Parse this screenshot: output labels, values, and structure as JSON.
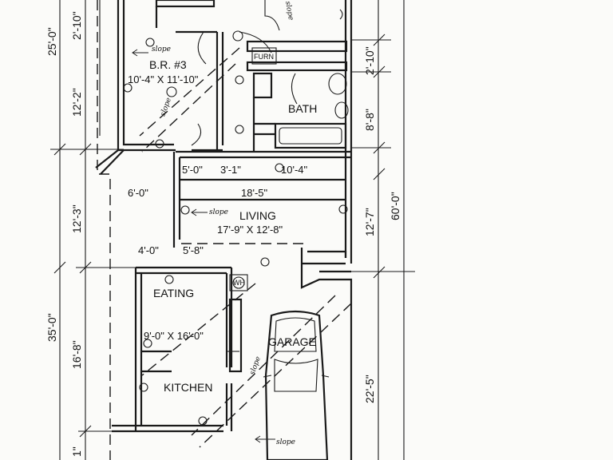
{
  "rooms": {
    "br3": {
      "name": "B.R. #3",
      "size": "10'-4\" X 11'-10\""
    },
    "bath": {
      "name": "BATH"
    },
    "furn": {
      "name": "FURN"
    },
    "living": {
      "name": "LIVING",
      "size": "17'-9\" X 12'-8\""
    },
    "eating": {
      "name": "EATING",
      "size": "9'-0\" X 16'-0\""
    },
    "kitchen": {
      "name": "KITCHEN"
    },
    "garage": {
      "name": "GARAGE"
    },
    "wh": {
      "name": "WH"
    }
  },
  "notes": {
    "slope": "slope"
  },
  "dimensions": {
    "left_25": "25'-0\"",
    "left_2_10": "2'-10\"",
    "left_12_2": "12'-2\"",
    "left_12_3": "12'-3\"",
    "left_35": "35'-0\"",
    "left_16_8": "16'-8\"",
    "left_bottom": "1\"",
    "right_2_10": "2'-10\"",
    "right_8_8": "8'-8\"",
    "right_12_7": "12'-7\"",
    "right_22_5": "22'-5\"",
    "right_60": "60'-0\"",
    "h_5_0": "5'-0\"",
    "h_3_1": "3'-1\"",
    "h_10_4": "10'-4\"",
    "h_6_0": "6'-0\"",
    "h_18_5": "18'-5\"",
    "h_4_0": "4'-0\"",
    "h_5_8": "5'-8\""
  }
}
